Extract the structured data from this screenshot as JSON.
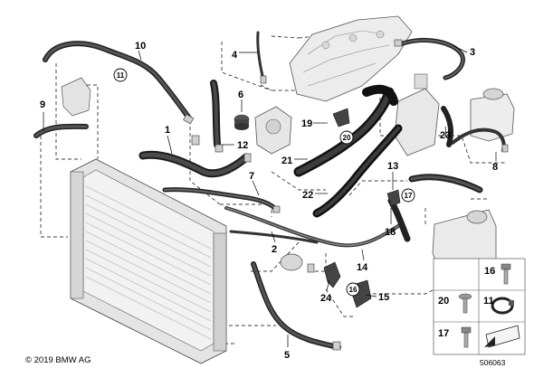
{
  "diagram": {
    "callouts": {
      "c1": "1",
      "c2": "2",
      "c3": "3",
      "c4": "4",
      "c5": "5",
      "c6": "6",
      "c7": "7",
      "c8": "8",
      "c9": "9",
      "c10": "10",
      "c12": "12",
      "c13": "13",
      "c14": "14",
      "c15": "15",
      "c18": "18",
      "c19": "19",
      "c21": "21",
      "c22": "22",
      "c23": "23",
      "c24": "24"
    },
    "circled_refs": {
      "r11": "11",
      "r16": "16",
      "r17": "17",
      "r20": "20"
    },
    "legend_box": {
      "n16": "16",
      "n20": "20",
      "n11": "11",
      "n17": "17"
    }
  },
  "footer": {
    "copyright": "© 2019 BMW AG",
    "figure_number": "506063"
  }
}
